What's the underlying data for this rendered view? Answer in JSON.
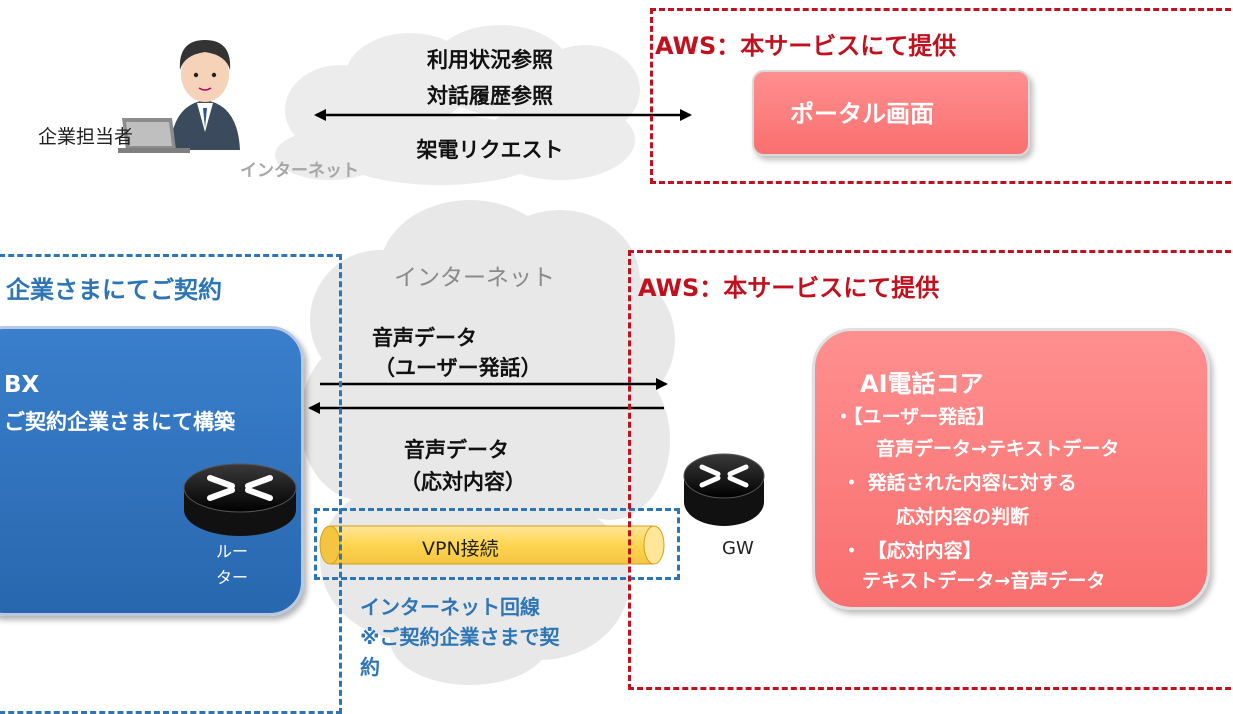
{
  "top": {
    "user_label": "企業担当者",
    "arrow_text_1": "利用状況参照",
    "arrow_text_2": "対話履歴参照",
    "arrow_text_3": "架電リクエスト",
    "cloud_label": "インターネット",
    "aws_title": "AWS：本サービスにて提供",
    "portal_label": "ポータル画面"
  },
  "bottom": {
    "company_title": "企業さまにてご契約",
    "pbx_title": "BX",
    "pbx_subtitle": "ご契約企業さまにて構築",
    "router_label_1": "ルー",
    "router_label_2": "ター",
    "cloud_label": "インターネット",
    "up_text_1": "音声データ",
    "up_text_2": "（ユーザー発話）",
    "down_text_1": "音声データ",
    "down_text_2": "（応対内容）",
    "vpn_label": "VPN接続",
    "gw_label": "GW",
    "inet_note_1": "インターネット回線",
    "inet_note_2": "※ご契約企業さまで契",
    "inet_note_3": "約",
    "aws_title": "AWS：本サービスにて提供",
    "core_title": "AI電話コア",
    "core_lines": [
      "・【ユーザー発話】",
      "音声データ→テキストデータ",
      "・ 発話された内容に対する",
      "応対内容の判断",
      "・ 【応対内容】",
      "テキストデータ→音声データ"
    ]
  },
  "colors": {
    "aws_red": "#c0111f",
    "company_blue": "#2e75b6",
    "pink_box": "#f96f6f",
    "pbx_blue": "#2867ae",
    "vpn_yellow": "#ffd966",
    "cloud_gray": "#e6e6e6"
  },
  "icons": [
    "person-with-laptop-icon",
    "router-icon",
    "gateway-router-icon",
    "cloud-icon"
  ]
}
